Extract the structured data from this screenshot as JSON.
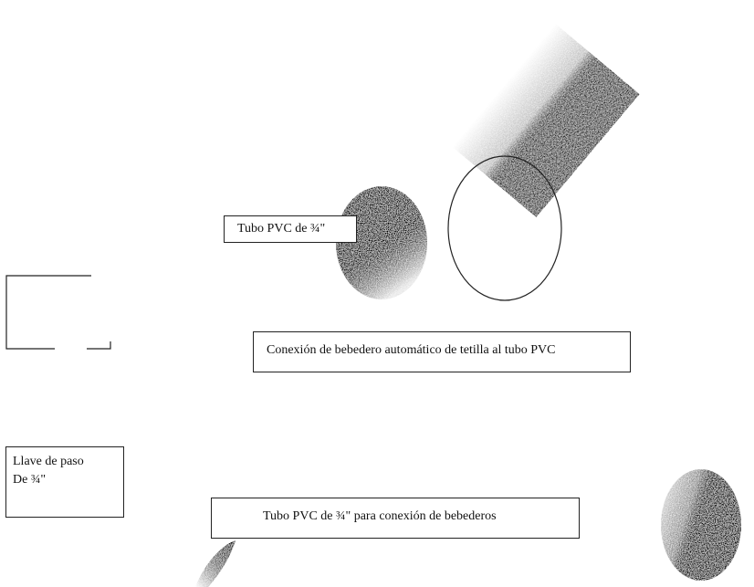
{
  "labels": {
    "pvc_pipe_top": "Tubo PVC de ¾\"",
    "drinker_connection": "Conexión de bebedero automático de tetilla al tubo PVC",
    "valve_line_1": "Llave de paso",
    "valve_line_2": "De ¾\"",
    "pvc_pipe_bottom": "Tubo PVC de ¾\"  para conexión de bebederos"
  }
}
